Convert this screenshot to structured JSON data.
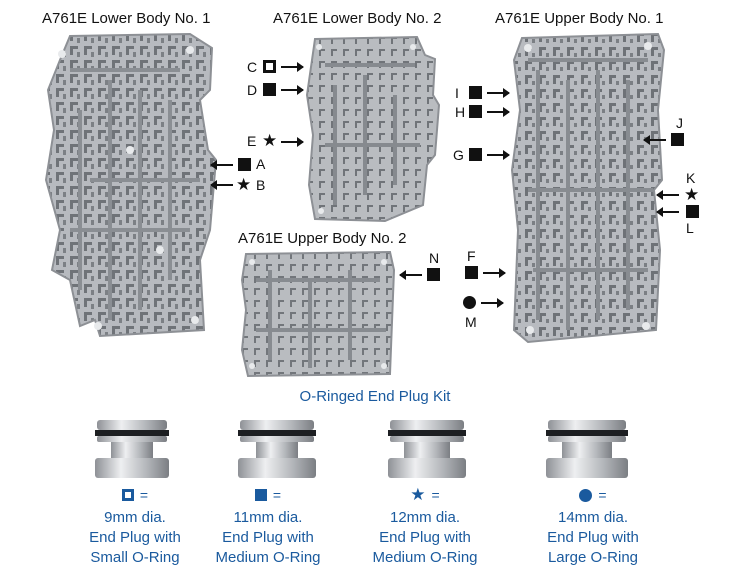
{
  "titles": {
    "lower1": "A761E Lower Body No. 1",
    "lower2": "A761E Lower Body No. 2",
    "upper1": "A761E Upper Body No. 1",
    "upper2": "A761E Upper Body No. 2"
  },
  "callouts": {
    "A": "A",
    "B": "B",
    "C": "C",
    "D": "D",
    "E": "E",
    "F": "F",
    "G": "G",
    "H": "H",
    "I": "I",
    "J": "J",
    "K": "K",
    "L": "L",
    "M": "M",
    "N": "N"
  },
  "kit": {
    "title": "O-Ringed End Plug Kit",
    "equals": "=",
    "items": [
      {
        "symbol": "square-outline",
        "line1": "9mm dia.",
        "line2": "End Plug with",
        "line3": "Small O-Ring"
      },
      {
        "symbol": "square-filled",
        "line1": "11mm dia.",
        "line2": "End Plug with",
        "line3": "Medium O-Ring"
      },
      {
        "symbol": "star",
        "line1": "12mm dia.",
        "line2": "End Plug with",
        "line3": "Medium O-Ring"
      },
      {
        "symbol": "circle",
        "line1": "14mm dia.",
        "line2": "End Plug with",
        "line3": "Large O-Ring"
      }
    ]
  },
  "colors": {
    "accent": "#1a5a9e",
    "metal": "#b9bcc0",
    "ink": "#111111"
  }
}
